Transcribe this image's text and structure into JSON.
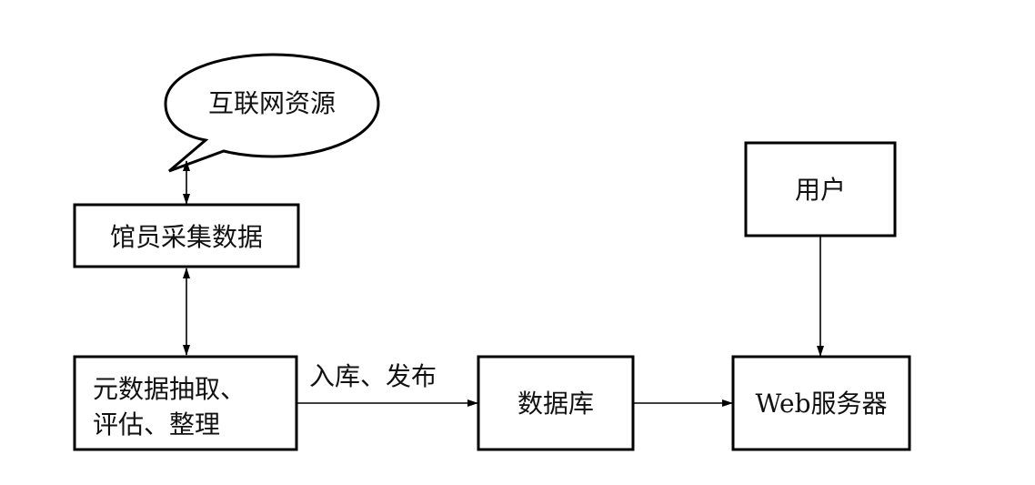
{
  "nodes": {
    "internet_resources": "互联网资源",
    "librarian_collect": "馆员采集数据",
    "metadata_process_line1": "元数据抽取、",
    "metadata_process_line2": "评估、整理",
    "database": "数据库",
    "web_server": "Web服务器",
    "user": "用户"
  },
  "edges": {
    "store_publish": "入库、发布"
  },
  "colors": {
    "line": "#000000",
    "text": "#111111",
    "background": "#ffffff"
  }
}
